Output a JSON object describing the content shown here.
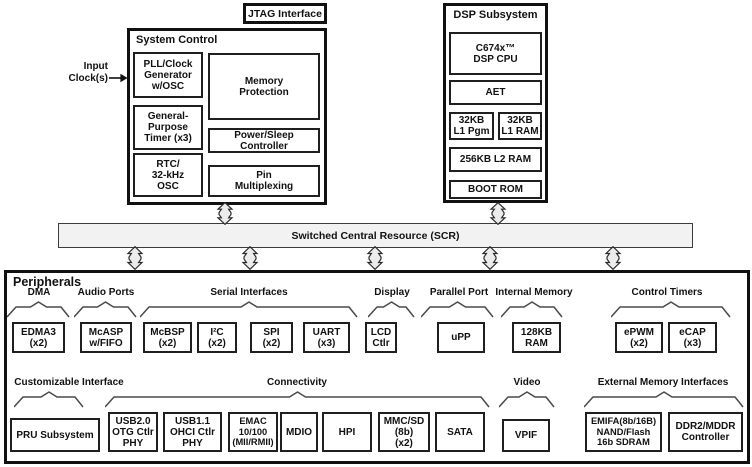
{
  "jtag_label": "JTAG Interface",
  "input_clock_label": "Input\nClock(s)",
  "scr_label": "Switched Central Resource (SCR)",
  "colors": {
    "box_border": "#1f1f1f",
    "outer_border": "#111111",
    "scr_fill": "#f2f2f2",
    "arrow_fill": "#ececec"
  },
  "system_control": {
    "title": "System Control",
    "blocks": {
      "pll": "PLL/Clock\nGenerator\nw/OSC",
      "gpt": "General-\nPurpose\nTimer (x3)",
      "rtc": "RTC/\n32-kHz\nOSC",
      "memprot": "Memory\nProtection",
      "pwrsleep": "Power/Sleep\nController",
      "pinmux": "Pin\nMultiplexing"
    }
  },
  "dsp": {
    "title": "DSP Subsystem",
    "blocks": {
      "cpu": "C674x™\nDSP CPU",
      "aet": "AET",
      "l1pgm": "32KB\nL1 Pgm",
      "l1ram": "32KB\nL1 RAM",
      "l2ram": "256KB L2 RAM",
      "bootrom": "BOOT ROM"
    }
  },
  "peripherals": {
    "title": "Peripherals",
    "groups": {
      "dma": "DMA",
      "audio": "Audio Ports",
      "serial": "Serial Interfaces",
      "display": "Display",
      "parallel": "Parallel Port",
      "intmem": "Internal Memory",
      "timers": "Control Timers",
      "custom": "Customizable Interface",
      "connectivity": "Connectivity",
      "video": "Video",
      "extmem": "External Memory Interfaces"
    },
    "blocks": {
      "edma3": "EDMA3\n(x2)",
      "mcasp": "McASP\nw/FIFO",
      "mcbsp": "McBSP\n(x2)",
      "i2c": "I²C\n(x2)",
      "spi": "SPI\n(x2)",
      "uart": "UART\n(x3)",
      "lcd": "LCD\nCtlr",
      "upp": "uPP",
      "ram128": "128KB\nRAM",
      "epwm": "ePWM\n(x2)",
      "ecap": "eCAP\n(x3)",
      "pru": "PRU Subsystem",
      "usb20": "USB2.0\nOTG Ctlr\nPHY",
      "usb11": "USB1.1\nOHCI Ctlr\nPHY",
      "emac": "EMAC\n10/100\n(MII/RMII)",
      "mdio": "MDIO",
      "hpi": "HPI",
      "mmcsd": "MMC/SD\n(8b)\n(x2)",
      "sata": "SATA",
      "vpif": "VPIF",
      "emifa": "EMIFA(8b/16B)\nNAND/Flash\n16b SDRAM",
      "ddr2": "DDR2/MDDR\nController"
    }
  }
}
